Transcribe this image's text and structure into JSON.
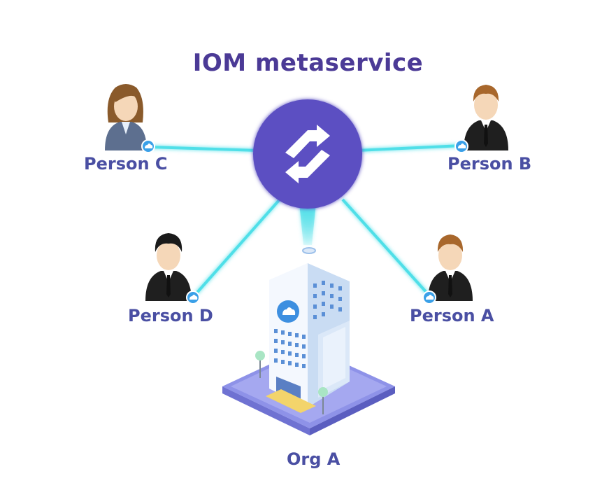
{
  "title": "IOM metaservice",
  "hub": {
    "icon": "swap-arrows-icon"
  },
  "nodes": {
    "person_c": {
      "label": "Person C",
      "icon": "woman-avatar-icon",
      "badge_icon": "cloud-badge-icon"
    },
    "person_b": {
      "label": "Person B",
      "icon": "man-avatar-icon",
      "badge_icon": "cloud-badge-icon"
    },
    "person_d": {
      "label": "Person D",
      "icon": "man-avatar-icon",
      "badge_icon": "cloud-badge-icon"
    },
    "person_a": {
      "label": "Person A",
      "icon": "man-avatar-icon",
      "badge_icon": "cloud-badge-icon"
    },
    "org_a": {
      "label": "Org A",
      "icon": "office-building-icon"
    }
  },
  "colors": {
    "title": "#4b3a96",
    "label": "#4a4fa3",
    "hub": "#5b4fc2",
    "connector": "#4fdfe8",
    "suit": "#1f1f1f",
    "skin": "#f5d7b8",
    "building": "#dbe8f8",
    "platform": "#8e92e8"
  }
}
